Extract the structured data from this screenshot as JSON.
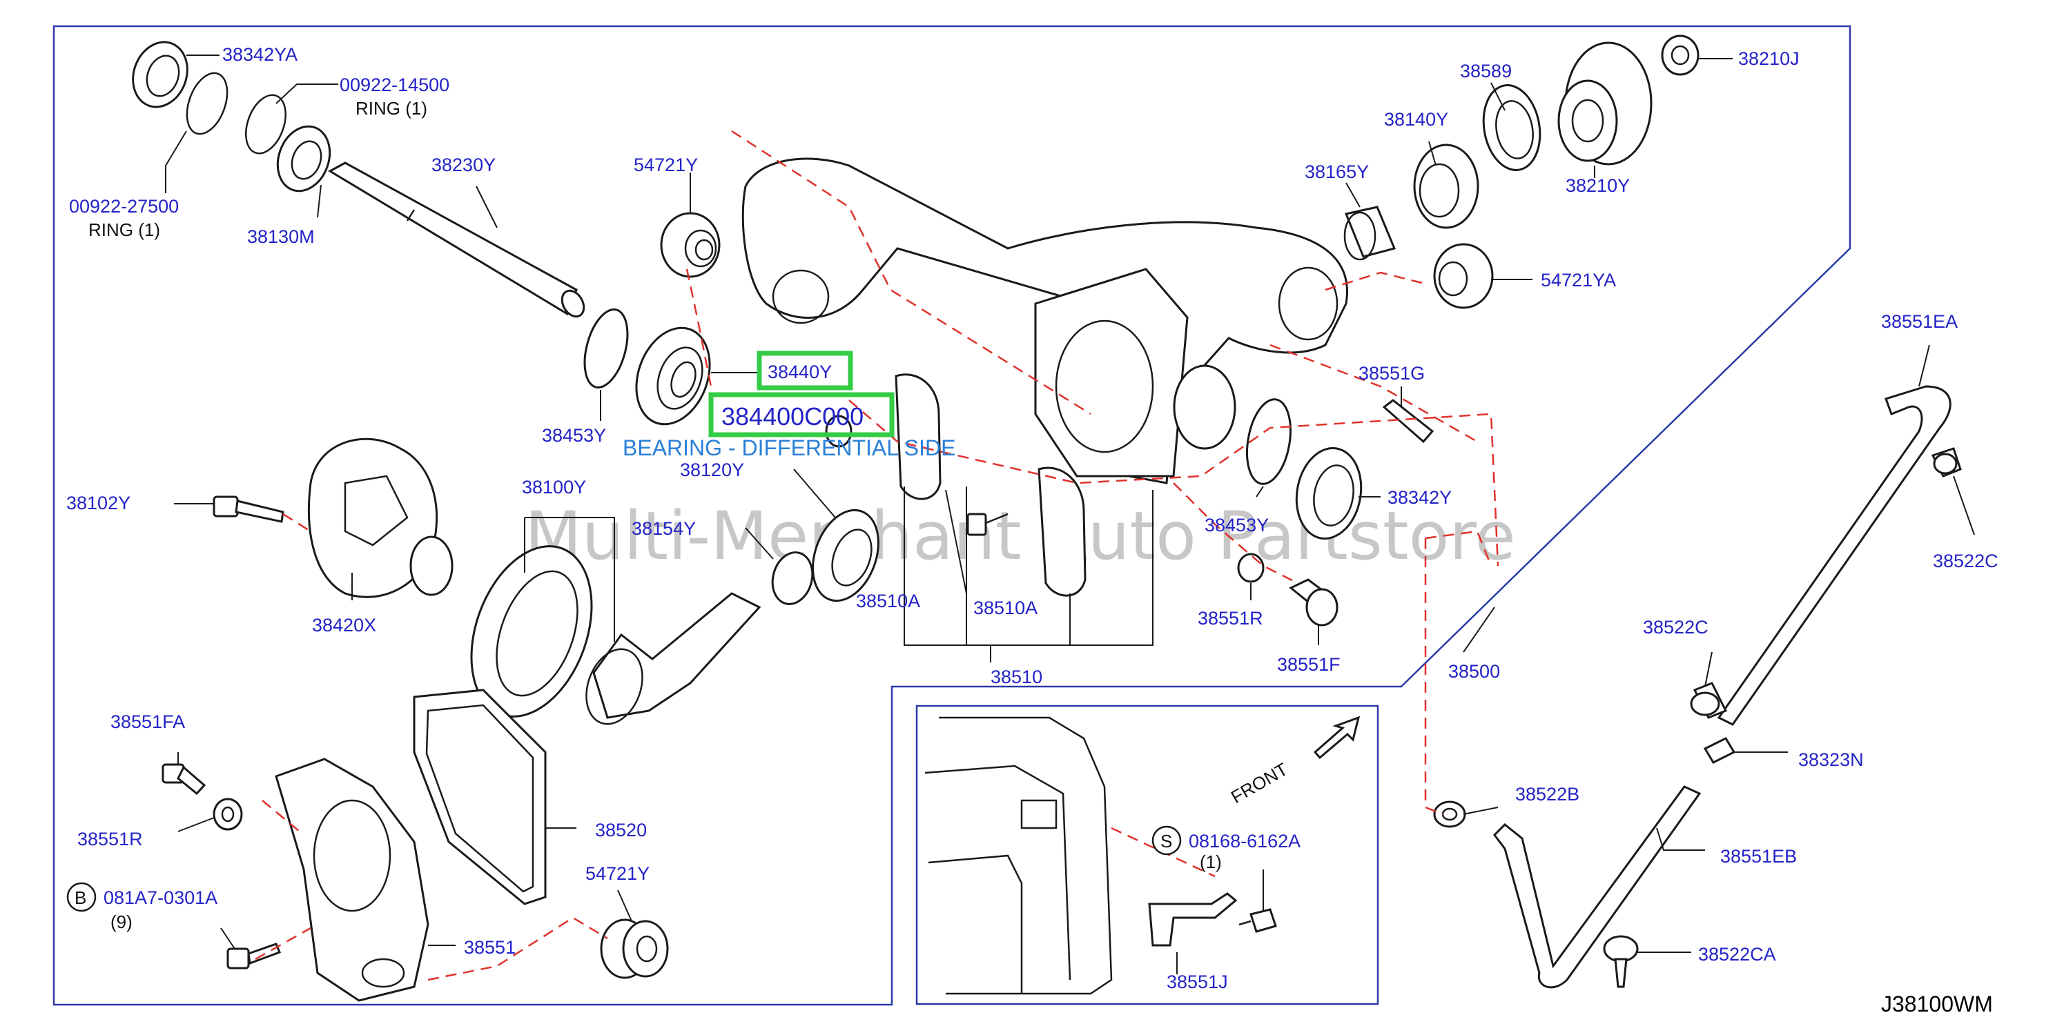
{
  "diagram_code": "J38100WM",
  "watermark": "Multi-Merchant Auto Partstore",
  "highlight": {
    "part": "38440Y",
    "part_number": "384400C000",
    "description": "BEARING - DIFFERENTIAL SIDE"
  },
  "labels": {
    "p38342YA": "38342YA",
    "p00922_14500": "00922-14500",
    "ring1": "RING (1)",
    "p00922_27500": "00922-27500",
    "ring2": "RING (1)",
    "p38230Y": "38230Y",
    "p38130M": "38130M",
    "p54721Y_top": "54721Y",
    "p38453Y_l": "38453Y",
    "p38120Y": "38120Y",
    "p38102Y": "38102Y",
    "p38100Y": "38100Y",
    "p38154Y": "38154Y",
    "p38420X": "38420X",
    "p38510A_l": "38510A",
    "p38510A_r": "38510A",
    "p38510": "38510",
    "p38589": "38589",
    "p38210J": "38210J",
    "p38140Y": "38140Y",
    "p38165Y": "38165Y",
    "p38210Y": "38210Y",
    "p54721YA": "54721YA",
    "p38551G": "38551G",
    "p38342Y": "38342Y",
    "p38453Y_r": "38453Y",
    "p38551R_top": "38551R",
    "p38551F": "38551F",
    "p38500": "38500",
    "p38551EA": "38551EA",
    "p38522C_r": "38522C",
    "p38522C_m": "38522C",
    "p38323N": "38323N",
    "p38522B": "38522B",
    "p38551EB": "38551EB",
    "p38522CA": "38522CA",
    "p38551FA": "38551FA",
    "p38551R_bot": "38551R",
    "callout_b": "B",
    "p081A7": "081A7-0301A",
    "qty9": "(9)",
    "p38520": "38520",
    "p54721Y_bot": "54721Y",
    "p38551": "38551",
    "front": "FRONT",
    "callout_s": "S",
    "p08168": "08168-6162A",
    "qty1": "(1)",
    "p38551J": "38551J"
  }
}
